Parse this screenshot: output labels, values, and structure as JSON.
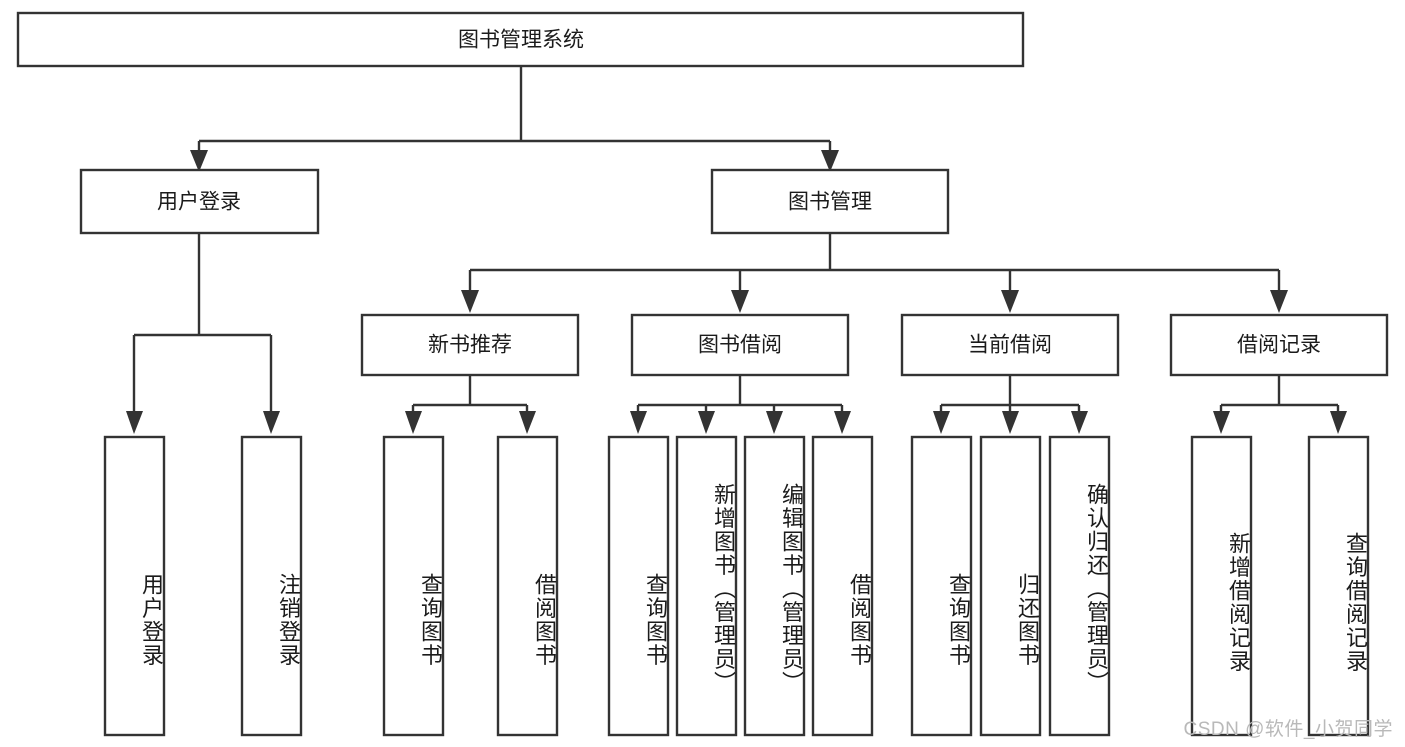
{
  "diagram": {
    "type": "tree-hierarchy",
    "title": "图书管理系统",
    "watermark": "CSDN @软件_小贺同学",
    "colors": {
      "stroke": "#333333",
      "fill": "#ffffff",
      "text": "#1b1b1b",
      "watermark": "#b9b9b9",
      "background": "#ffffff"
    },
    "levels": [
      {
        "level": 1,
        "nodes": [
          {
            "id": "root",
            "label": "图书管理系统",
            "orientation": "horizontal"
          }
        ]
      },
      {
        "level": 2,
        "nodes": [
          {
            "id": "user-login",
            "label": "用户登录",
            "orientation": "horizontal",
            "parent": "root"
          },
          {
            "id": "book-manage",
            "label": "图书管理",
            "orientation": "horizontal",
            "parent": "root"
          }
        ]
      },
      {
        "level": 3,
        "nodes": [
          {
            "id": "new-book-rec",
            "label": "新书推荐",
            "orientation": "horizontal",
            "parent": "book-manage"
          },
          {
            "id": "book-borrow",
            "label": "图书借阅",
            "orientation": "horizontal",
            "parent": "book-manage"
          },
          {
            "id": "current-borrow",
            "label": "当前借阅",
            "orientation": "horizontal",
            "parent": "book-manage"
          },
          {
            "id": "borrow-record",
            "label": "借阅记录",
            "orientation": "horizontal",
            "parent": "book-manage"
          }
        ]
      },
      {
        "level": 4,
        "nodes": [
          {
            "id": "leaf-user-login",
            "label": "用户登录",
            "orientation": "vertical",
            "parent": "user-login"
          },
          {
            "id": "leaf-logout",
            "label": "注销登录",
            "orientation": "vertical",
            "parent": "user-login"
          },
          {
            "id": "leaf-query-book-1",
            "label": "查询图书",
            "orientation": "vertical",
            "parent": "new-book-rec"
          },
          {
            "id": "leaf-borrow-book-1",
            "label": "借阅图书",
            "orientation": "vertical",
            "parent": "new-book-rec"
          },
          {
            "id": "leaf-query-book-2",
            "label": "查询图书",
            "orientation": "vertical",
            "parent": "book-borrow"
          },
          {
            "id": "leaf-add-book",
            "label": "新增图书（管理员）",
            "orientation": "vertical",
            "parent": "book-borrow"
          },
          {
            "id": "leaf-edit-book",
            "label": "编辑图书（管理员）",
            "orientation": "vertical",
            "parent": "book-borrow"
          },
          {
            "id": "leaf-borrow-book-2",
            "label": "借阅图书",
            "orientation": "vertical",
            "parent": "book-borrow"
          },
          {
            "id": "leaf-query-book-3",
            "label": "查询图书",
            "orientation": "vertical",
            "parent": "current-borrow"
          },
          {
            "id": "leaf-return-book",
            "label": "归还图书",
            "orientation": "vertical",
            "parent": "current-borrow"
          },
          {
            "id": "leaf-confirm-return",
            "label": "确认归还（管理员）",
            "orientation": "vertical",
            "parent": "current-borrow"
          },
          {
            "id": "leaf-add-record",
            "label": "新增借阅记录",
            "orientation": "vertical",
            "parent": "borrow-record"
          },
          {
            "id": "leaf-query-record",
            "label": "查询借阅记录",
            "orientation": "vertical",
            "parent": "borrow-record"
          }
        ]
      }
    ]
  }
}
